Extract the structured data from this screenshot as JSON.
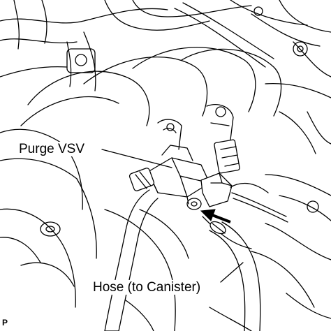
{
  "diagram": {
    "labels": {
      "purge_vsv": "Purge VSV",
      "hose": "Hose (to Canister)",
      "figure_code": "P"
    },
    "colors": {
      "ink": "#000000",
      "paper": "#ffffff"
    },
    "icons": {
      "arrow": "push-arrow-icon"
    }
  }
}
